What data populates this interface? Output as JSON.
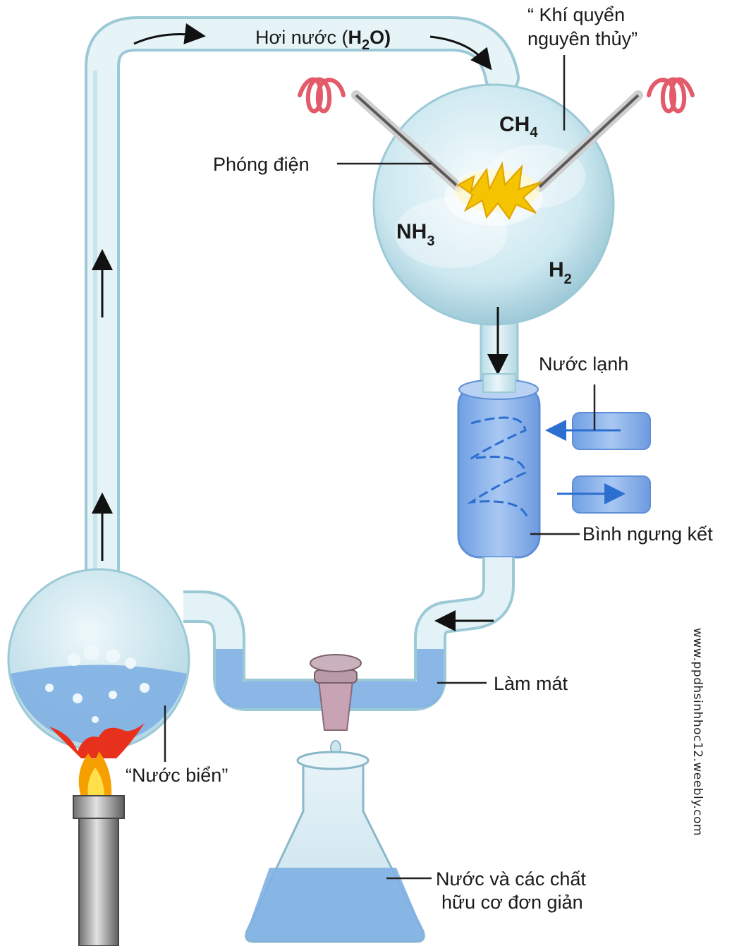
{
  "labels": {
    "steam_prefix": "Hơi nước (",
    "steam_formula": "H",
    "steam_sub": "2",
    "steam_formula_end": "O)",
    "atmosphere_line1": "“ Khí quyển",
    "atmosphere_line2": "nguyên thủy”",
    "discharge": "Phóng điện",
    "cold_water": "Nước lạnh",
    "condenser": "Bình ngưng kết",
    "cooling": "Làm mát",
    "sea_water": "“Nước biển”",
    "product_line1": "Nước và các chất",
    "product_line2": "hữu cơ đơn giản",
    "watermark": "www.ppdhsinhhoc12.weebly.com"
  },
  "chemicals": {
    "ch4_main": "CH",
    "ch4_sub": "4",
    "nh3_main": "NH",
    "nh3_sub": "3",
    "h2_main": "H",
    "h2_sub": "2"
  },
  "colors": {
    "glass": "#cfeaf2",
    "glass_edge": "#9cc9d6",
    "water": "#7fb0e3",
    "condenser": "#8fb6ec",
    "flame": "#e8311c",
    "spark": "#f5c400",
    "coil": "#e35a6a"
  }
}
